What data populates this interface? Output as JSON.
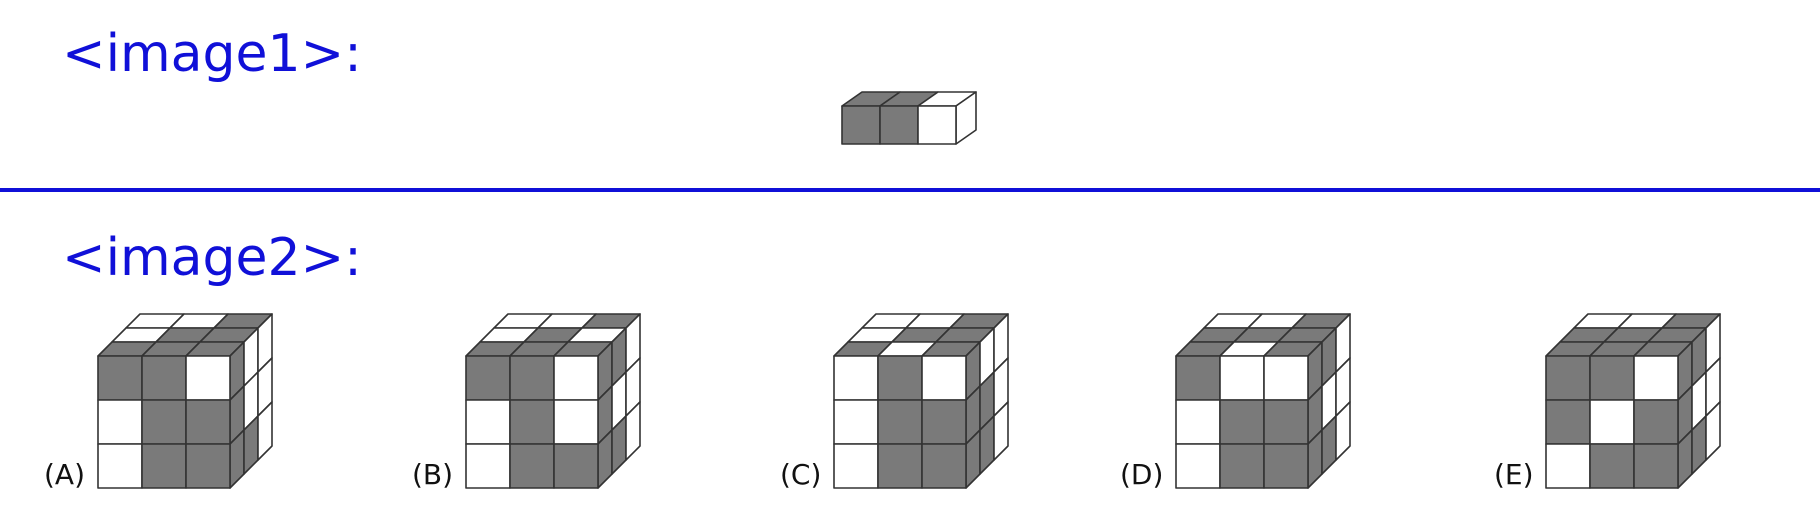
{
  "headings": {
    "image1": "<image1>:",
    "image2": "<image2>:"
  },
  "colors": {
    "accent": "#1010d8",
    "dark_cell": "#7a7a7a",
    "light_cell": "#ffffff",
    "edge": "#333333"
  },
  "piece": {
    "front": [
      "dark",
      "dark",
      "light"
    ]
  },
  "options": [
    {
      "label": "(A)",
      "front": [
        [
          "dark",
          "dark",
          "light"
        ],
        [
          "light",
          "dark",
          "dark"
        ],
        [
          "light",
          "dark",
          "dark"
        ]
      ],
      "top": [
        [
          "light",
          "light",
          "dark"
        ],
        [
          "light",
          "dark",
          "dark"
        ],
        [
          "dark",
          "dark",
          "dark"
        ]
      ],
      "side": [
        [
          "dark",
          "light",
          "light"
        ],
        [
          "dark",
          "light",
          "light"
        ],
        [
          "dark",
          "dark",
          "light"
        ]
      ]
    },
    {
      "label": "(B)",
      "front": [
        [
          "dark",
          "dark",
          "light"
        ],
        [
          "light",
          "dark",
          "light"
        ],
        [
          "light",
          "dark",
          "dark"
        ]
      ],
      "top": [
        [
          "light",
          "light",
          "dark"
        ],
        [
          "light",
          "dark",
          "light"
        ],
        [
          "dark",
          "dark",
          "dark"
        ]
      ],
      "side": [
        [
          "dark",
          "dark",
          "light"
        ],
        [
          "dark",
          "light",
          "light"
        ],
        [
          "dark",
          "dark",
          "light"
        ]
      ]
    },
    {
      "label": "(C)",
      "front": [
        [
          "light",
          "dark",
          "light"
        ],
        [
          "light",
          "dark",
          "dark"
        ],
        [
          "light",
          "dark",
          "dark"
        ]
      ],
      "top": [
        [
          "light",
          "light",
          "dark"
        ],
        [
          "light",
          "dark",
          "dark"
        ],
        [
          "dark",
          "light",
          "dark"
        ]
      ],
      "side": [
        [
          "dark",
          "light",
          "light"
        ],
        [
          "dark",
          "dark",
          "light"
        ],
        [
          "dark",
          "dark",
          "light"
        ]
      ]
    },
    {
      "label": "(D)",
      "front": [
        [
          "dark",
          "light",
          "light"
        ],
        [
          "light",
          "dark",
          "dark"
        ],
        [
          "light",
          "dark",
          "dark"
        ]
      ],
      "top": [
        [
          "light",
          "light",
          "dark"
        ],
        [
          "dark",
          "dark",
          "dark"
        ],
        [
          "dark",
          "light",
          "dark"
        ]
      ],
      "side": [
        [
          "dark",
          "dark",
          "light"
        ],
        [
          "dark",
          "light",
          "light"
        ],
        [
          "dark",
          "dark",
          "light"
        ]
      ]
    },
    {
      "label": "(E)",
      "front": [
        [
          "dark",
          "dark",
          "light"
        ],
        [
          "dark",
          "light",
          "dark"
        ],
        [
          "light",
          "dark",
          "dark"
        ]
      ],
      "top": [
        [
          "light",
          "light",
          "dark"
        ],
        [
          "dark",
          "dark",
          "dark"
        ],
        [
          "dark",
          "dark",
          "dark"
        ]
      ],
      "side": [
        [
          "dark",
          "dark",
          "light"
        ],
        [
          "dark",
          "light",
          "light"
        ],
        [
          "dark",
          "dark",
          "light"
        ]
      ]
    }
  ]
}
